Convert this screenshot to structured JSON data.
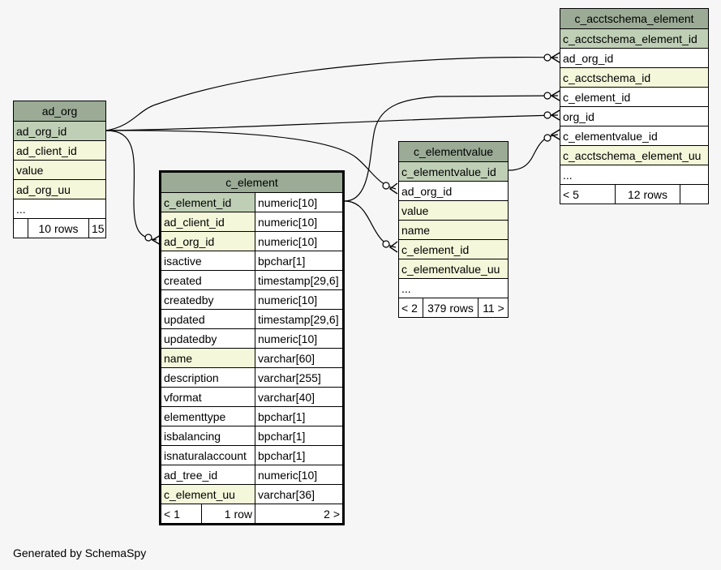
{
  "tables": {
    "ad_org": {
      "name": "ad_org",
      "columns": [
        "ad_org_id",
        "ad_client_id",
        "value",
        "ad_org_uu",
        "..."
      ],
      "footer": {
        "rows": "10 rows",
        "children": "15 >"
      }
    },
    "c_element": {
      "name": "c_element",
      "columns": [
        {
          "name": "c_element_id",
          "type": "numeric[10]"
        },
        {
          "name": "ad_client_id",
          "type": "numeric[10]"
        },
        {
          "name": "ad_org_id",
          "type": "numeric[10]"
        },
        {
          "name": "isactive",
          "type": "bpchar[1]"
        },
        {
          "name": "created",
          "type": "timestamp[29,6]"
        },
        {
          "name": "createdby",
          "type": "numeric[10]"
        },
        {
          "name": "updated",
          "type": "timestamp[29,6]"
        },
        {
          "name": "updatedby",
          "type": "numeric[10]"
        },
        {
          "name": "name",
          "type": "varchar[60]"
        },
        {
          "name": "description",
          "type": "varchar[255]"
        },
        {
          "name": "vformat",
          "type": "varchar[40]"
        },
        {
          "name": "elementtype",
          "type": "bpchar[1]"
        },
        {
          "name": "isbalancing",
          "type": "bpchar[1]"
        },
        {
          "name": "isnaturalaccount",
          "type": "bpchar[1]"
        },
        {
          "name": "ad_tree_id",
          "type": "numeric[10]"
        },
        {
          "name": "c_element_uu",
          "type": "varchar[36]"
        }
      ],
      "footer": {
        "parents": "< 1",
        "rows": "1 row",
        "children": "2 >"
      }
    },
    "c_elementvalue": {
      "name": "c_elementvalue",
      "columns": [
        "c_elementvalue_id",
        "ad_org_id",
        "value",
        "name",
        "c_element_id",
        "c_elementvalue_uu",
        "..."
      ],
      "footer": {
        "parents": "< 2",
        "rows": "379 rows",
        "children": "11 >"
      }
    },
    "c_acctschema_element": {
      "name": "c_acctschema_element",
      "columns": [
        "c_acctschema_element_id",
        "ad_org_id",
        "c_acctschema_id",
        "c_element_id",
        "org_id",
        "c_elementvalue_id",
        "c_acctschema_element_uu",
        "..."
      ],
      "footer": {
        "parents": "< 5",
        "rows": "12 rows",
        "children": ""
      }
    }
  },
  "colors": {
    "header": "#9bab96",
    "primary_key": "#bfcfb6",
    "indexed": "#f4f7da",
    "background": "#f6f6f6"
  },
  "credit": "Generated by SchemaSpy"
}
